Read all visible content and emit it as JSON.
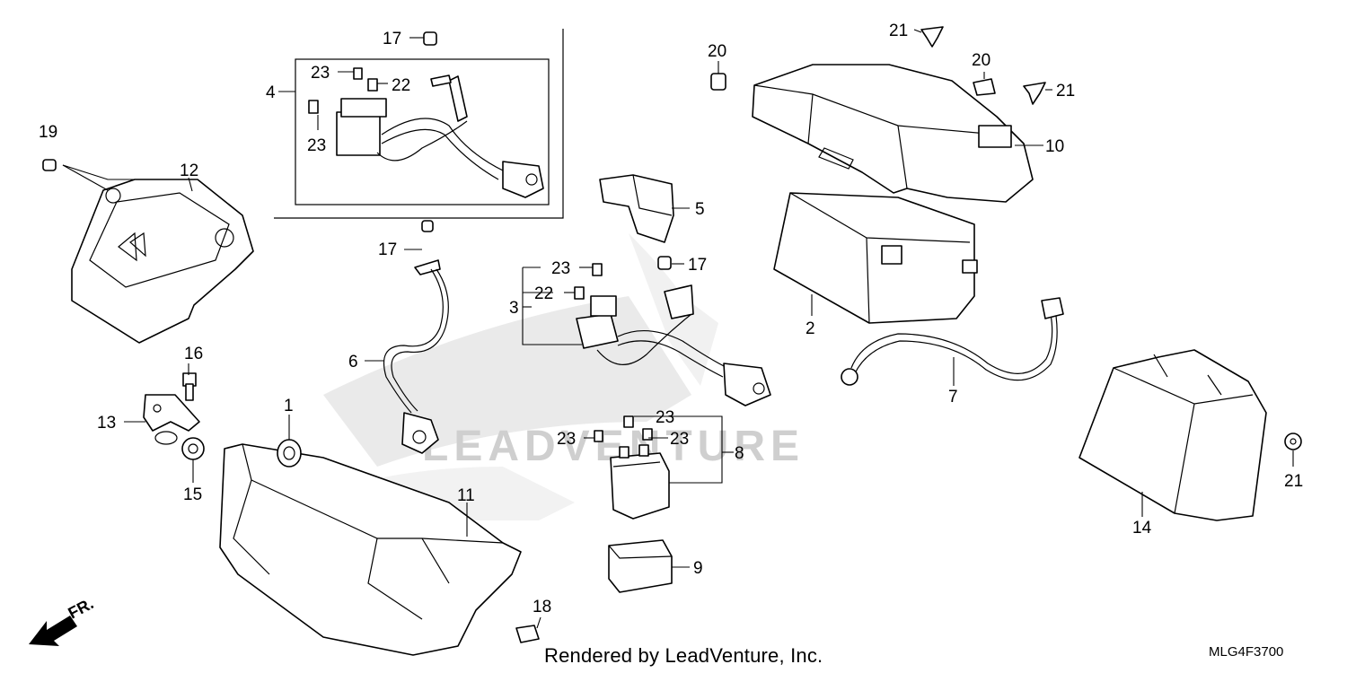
{
  "watermark": "LEADVENTURE",
  "footer": "Rendered by LeadVenture, Inc.",
  "diagram_code": "MLG4F3700",
  "direction_label": "FR.",
  "callouts": {
    "c1": "1",
    "c2": "2",
    "c3": "3",
    "c4": "4",
    "c5": "5",
    "c6": "6",
    "c7": "7",
    "c8": "8",
    "c9": "9",
    "c10": "10",
    "c11": "11",
    "c12": "12",
    "c13": "13",
    "c14": "14",
    "c15": "15",
    "c16": "16",
    "c17a": "17",
    "c17b": "17",
    "c17c": "17",
    "c18": "18",
    "c19": "19",
    "c20a": "20",
    "c20b": "20",
    "c21a": "21",
    "c21b": "21",
    "c21c": "21",
    "c22a": "22",
    "c22b": "22",
    "c23a": "23",
    "c23b": "23",
    "c23c": "23",
    "c23d": "23",
    "c23e": "23",
    "c23f": "23"
  }
}
